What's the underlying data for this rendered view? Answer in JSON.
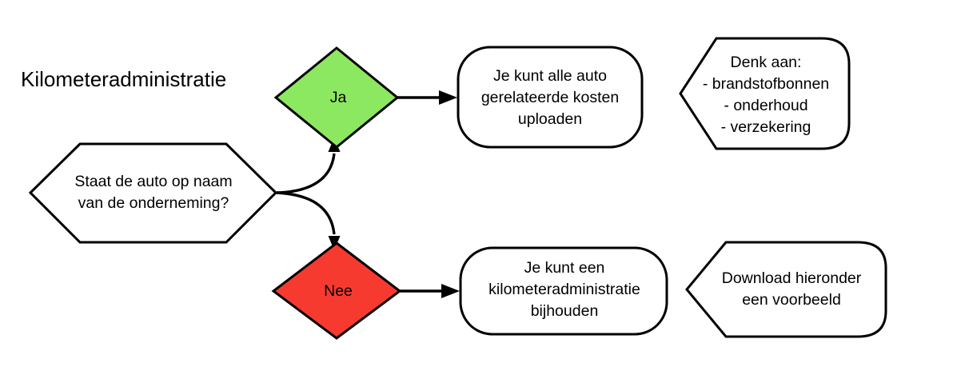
{
  "diagram": {
    "title": "Kilometeradministratie",
    "background_color": "#ffffff",
    "line_color": "#000000"
  },
  "nodes": {
    "question": {
      "shape": "hexagon",
      "line1": "Staat de auto op naam",
      "line2": "van de onderneming?",
      "fill": "#ffffff"
    },
    "yes": {
      "shape": "diamond",
      "label": "Ja",
      "fill": "#8CE860"
    },
    "no": {
      "shape": "diamond",
      "label": "Nee",
      "fill": "#F73A30"
    },
    "yes_result": {
      "shape": "rounded-rectangle",
      "line1": "Je kunt alle auto",
      "line2": "gerelateerde kosten",
      "line3": "uploaden",
      "fill": "#ffffff"
    },
    "yes_note": {
      "shape": "card",
      "line1": "Denk aan:",
      "line2": "- brandstofbonnen",
      "line3": "- onderhoud",
      "line4": "- verzekering",
      "fill": "#ffffff"
    },
    "no_result": {
      "shape": "rounded-rectangle",
      "line1": "Je kunt een",
      "line2": "kilometeradministratie",
      "line3": "bijhouden",
      "fill": "#ffffff"
    },
    "no_note": {
      "shape": "card",
      "line1": "Download hieronder",
      "line2": "een voorbeeld",
      "fill": "#ffffff"
    }
  },
  "edges": [
    {
      "name": "question-to-yes",
      "from": "question",
      "to": "yes",
      "style": "curved-arrow"
    },
    {
      "name": "question-to-no",
      "from": "question",
      "to": "no",
      "style": "curved-arrow"
    },
    {
      "name": "yes-to-result",
      "from": "yes",
      "to": "yes_result",
      "style": "straight-arrow"
    },
    {
      "name": "no-to-result",
      "from": "no",
      "to": "no_result",
      "style": "straight-arrow"
    }
  ]
}
